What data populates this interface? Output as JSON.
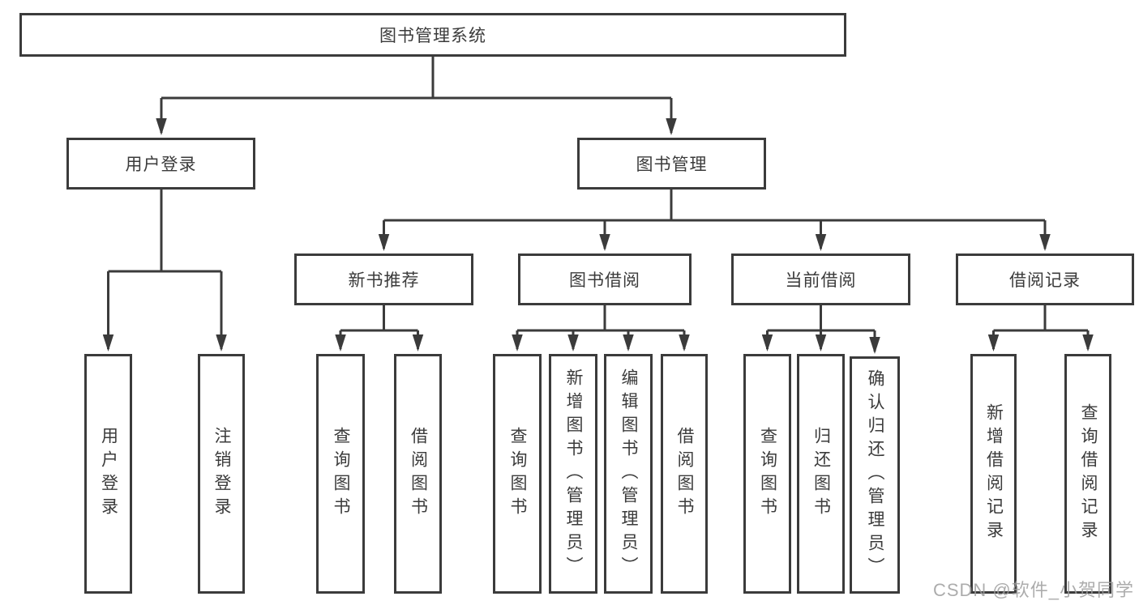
{
  "tree": {
    "root": "图书管理系统",
    "branches": [
      {
        "label": "用户登录",
        "leaves": [
          "用户登录",
          "注销登录"
        ]
      },
      {
        "label": "图书管理",
        "sections": [
          {
            "label": "新书推荐",
            "leaves": [
              "查询图书",
              "借阅图书"
            ]
          },
          {
            "label": "图书借阅",
            "leaves": [
              "查询图书",
              "新增图书（管理员）",
              "编辑图书（管理员）",
              "借阅图书"
            ]
          },
          {
            "label": "当前借阅",
            "leaves": [
              "查询图书",
              "归还图书",
              "确认归还（管理员）"
            ]
          },
          {
            "label": "借阅记录",
            "leaves": [
              "新增借阅记录",
              "查询借阅记录"
            ]
          }
        ]
      }
    ]
  },
  "watermark": "CSDN @软件_小贺同学",
  "colors": {
    "line": "#3b3b3b",
    "text": "#3b3b3b",
    "background": "#ffffff",
    "watermark": "#9e9e9e"
  }
}
